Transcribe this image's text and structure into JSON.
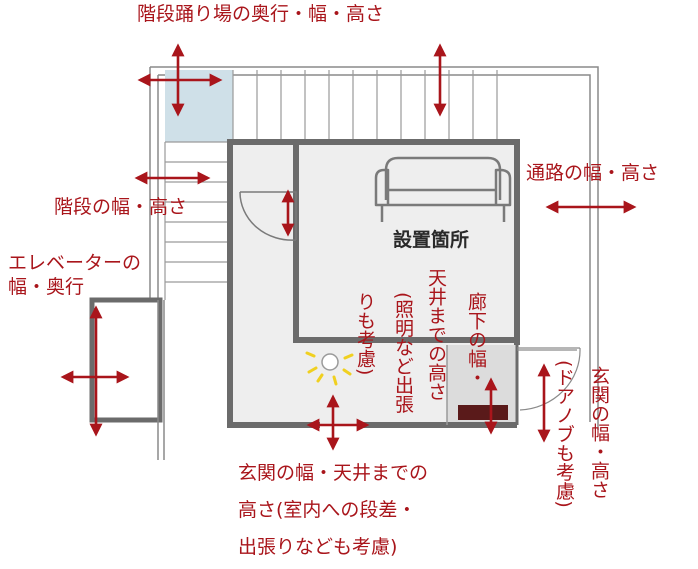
{
  "labels": {
    "landing": "階段踊り場の奥行・幅・高さ",
    "passage": "通路の幅・高さ",
    "stairs": "階段の幅・高さ",
    "elevator_1": "エレベーターの",
    "elevator_2": "幅・奥行",
    "install_site": "設置箇所",
    "corridor_1": "廊下の幅・",
    "corridor_2": "天井までの高さ",
    "corridor_3": "(照明など出張",
    "corridor_4": "りも考慮)",
    "door_1": "玄関の幅・高さ",
    "door_2": "(ドアノブも考慮)",
    "entrance_1": "玄関の幅・天井までの",
    "entrance_2": "高さ(室内への段差・",
    "entrance_3": "出張りなども考慮)"
  },
  "colors": {
    "accent": "#a9151b",
    "wall": "#6b6b6b",
    "floor": "#eeeeee",
    "landing": "#cfe0e8",
    "sofa": "#7a7a7a"
  }
}
